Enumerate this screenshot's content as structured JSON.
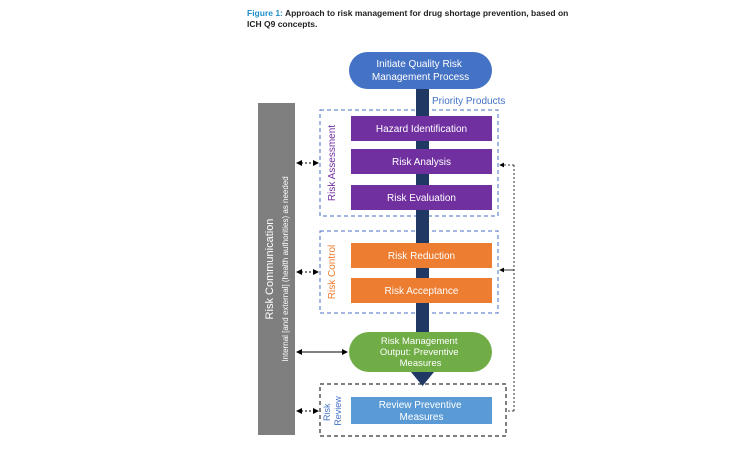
{
  "caption": {
    "label": "Figure 1:",
    "text": "Approach to risk management for drug shortage prevention, based on ICH Q9 concepts."
  },
  "nodes": {
    "initiate": [
      "Initiate Quality Risk",
      "Management Process"
    ],
    "hazard": "Hazard Identification",
    "analysis": "Risk Analysis",
    "evaluation": "Risk Evaluation",
    "reduction": "Risk Reduction",
    "acceptance": "Risk Acceptance",
    "output": [
      "Risk Management",
      "Output:  Preventive",
      "Measures"
    ],
    "review_box": [
      "Review  Preventive",
      "Measures"
    ]
  },
  "labels": {
    "priority_products": "Priority Products",
    "risk_assessment": "Risk Assessment",
    "risk_control": "Risk Control",
    "risk_review": [
      "Risk",
      "Review"
    ],
    "risk_communication": "Risk Communication",
    "communication_sub": "Internal [and external] (health authorities) as needed"
  },
  "colors": {
    "blue_node": "#4472c4",
    "purple": "#7030a0",
    "orange": "#ed7d31",
    "green": "#70ad47",
    "light_blue": "#5b9bd5",
    "spine": "#1f3864",
    "gray_bar": "#7f7f7f",
    "caption_label": "#1e8fc9"
  }
}
